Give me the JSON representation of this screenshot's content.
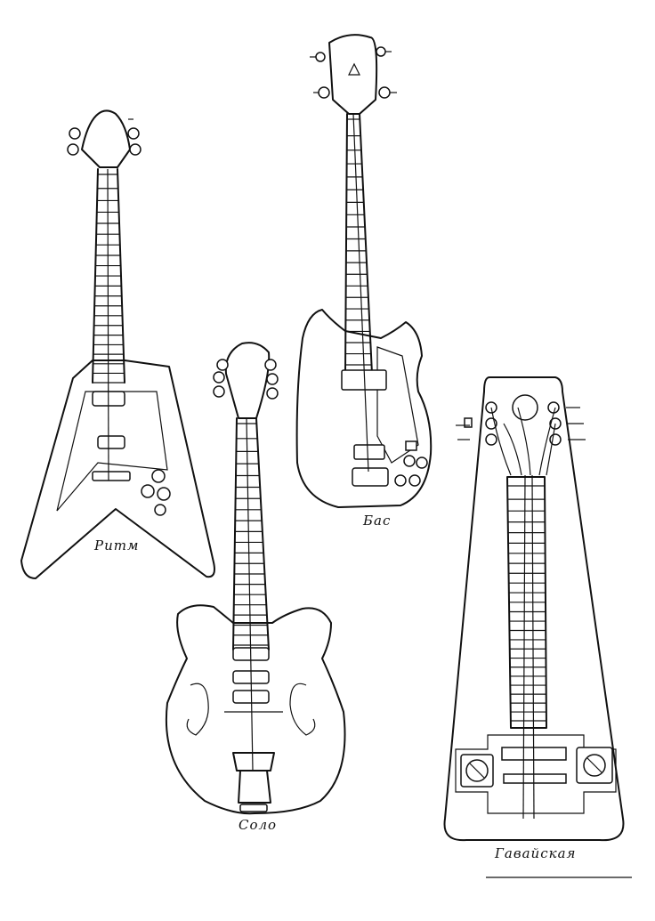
{
  "figure": {
    "instruments": [
      {
        "id": "rhythm",
        "label": "Ритм"
      },
      {
        "id": "bass",
        "label": "Бас"
      },
      {
        "id": "solo",
        "label": "Соло"
      },
      {
        "id": "hawaiian",
        "label": "Гавайская"
      }
    ]
  }
}
